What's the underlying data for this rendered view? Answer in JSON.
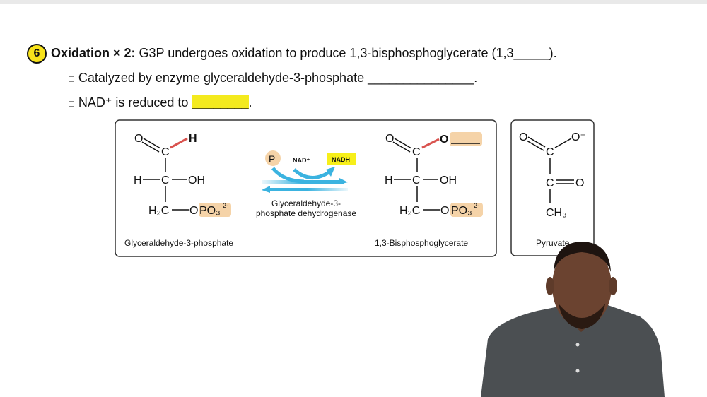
{
  "step": {
    "number": "6",
    "title": "Oxidation × 2:",
    "text": " G3P undergoes oxidation to produce 1,3-bisphosphoglycerate (1,3_____).",
    "checkbox_glyph": "□",
    "bullets": [
      {
        "text": "Catalyzed by enzyme glyceraldehyde-3-phosphate _______________."
      },
      {
        "text_before": "NAD⁺ is reduced to ",
        "blank": "________",
        "text_after": "."
      }
    ]
  },
  "diagram": {
    "reactant": {
      "label": "Glyceraldehyde-3-phosphate",
      "atoms": {
        "o": "O",
        "h": "H",
        "c": "C",
        "h2": "H",
        "oh": "OH",
        "h2c": "H₂C",
        "o2": "O",
        "po3": "PO₃",
        "charge": "2-"
      }
    },
    "reaction": {
      "pi": "Pᵢ",
      "nad": "NAD⁺",
      "nadh": "NADH",
      "enzyme_line1": "Glyceraldehyde-3-",
      "enzyme_line2": "phosphate dehydrogenase"
    },
    "product": {
      "label": "1,3-Bisphosphoglycerate",
      "atoms": {
        "o": "O",
        "o2": "O",
        "c": "C",
        "h": "H",
        "oh": "OH",
        "h2c": "H₂C",
        "o3": "O",
        "po3": "PO₃",
        "charge": "2-"
      }
    },
    "pyruvate": {
      "label": "Pyruvate",
      "atoms": {
        "o": "O",
        "ominus": "O⁻",
        "c": "C",
        "c2": "C",
        "o2": "O",
        "ch3": "CH₃"
      }
    },
    "colors": {
      "highlight_orange": "#f5d3a8",
      "arrow_blue": "#3bb3e0",
      "bond_red": "#d9534f",
      "nadh_yellow": "#f7ef1a"
    }
  }
}
